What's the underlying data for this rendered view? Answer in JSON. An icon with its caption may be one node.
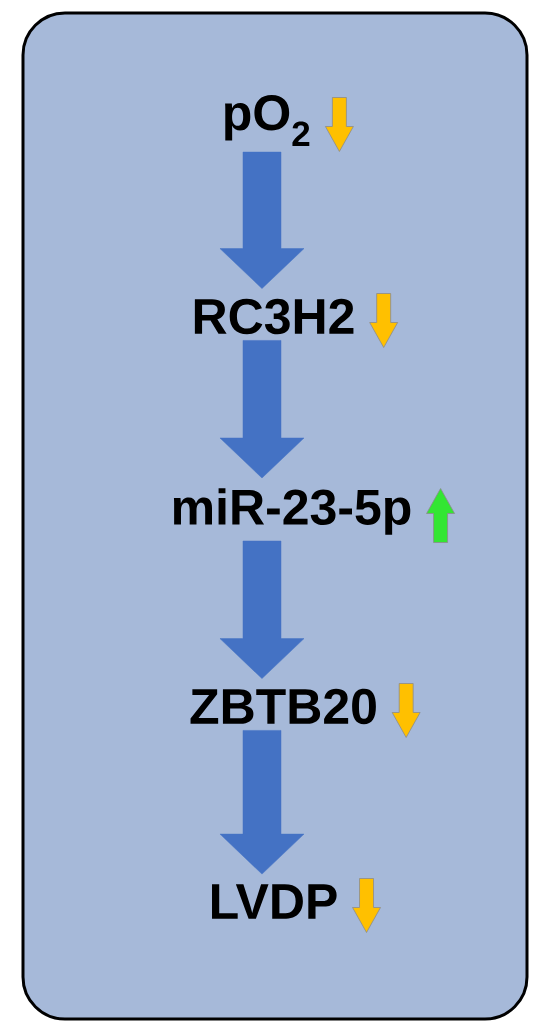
{
  "diagram": {
    "nodes": [
      {
        "text": [],
        "shape": "box"
      },
      {
        "text": [
          "pO$_{2}$"
        ],
        "in": 0
      },
      {
        "text": [
          "RC3H2"
        ],
        "in": 0
      },
      {
        "text": [
          "miR-23-5p"
        ],
        "in": 0
      },
      {
        "text": [
          "ZBTB20"
        ],
        "in": 0
      },
      {
        "text": [
          "LVDP"
        ],
        "in": 0
      }
    ],
    "edges": [
      {
        "from": 1,
        "to": 2,
        "arrow": "to"
      },
      {
        "from": 2,
        "to": 3,
        "arrow": "to"
      },
      {
        "from": 3,
        "to": 4,
        "arrow": "to"
      },
      {
        "from": 4,
        "to": 5,
        "arrow": "to"
      }
    ]
  }
}
